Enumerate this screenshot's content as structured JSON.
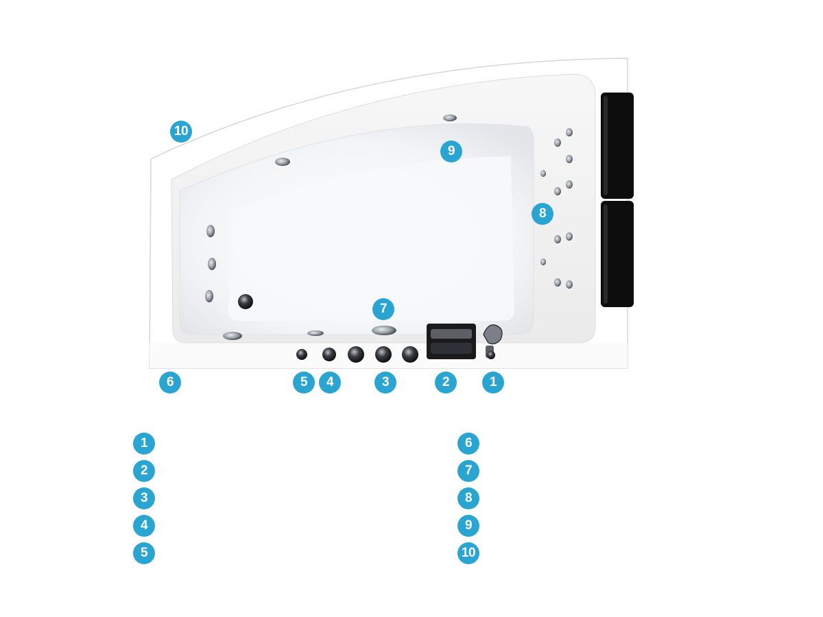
{
  "colors": {
    "badge": "#2aa5d1",
    "tub_body": "#ffffff",
    "tub_outline": "#d9d9d9",
    "basin_shade": "#eef0f2",
    "headrest": "#0d0d0d",
    "chrome": "#8a8f96"
  },
  "callouts": [
    {
      "id": "callout-1",
      "label": "1"
    },
    {
      "id": "callout-2",
      "label": "2"
    },
    {
      "id": "callout-3",
      "label": "3"
    },
    {
      "id": "callout-4",
      "label": "4"
    },
    {
      "id": "callout-5",
      "label": "5"
    },
    {
      "id": "callout-6",
      "label": "6"
    },
    {
      "id": "callout-7",
      "label": "7"
    },
    {
      "id": "callout-8",
      "label": "8"
    },
    {
      "id": "callout-9",
      "label": "9"
    },
    {
      "id": "callout-10",
      "label": "10"
    }
  ],
  "legend": {
    "left": [
      {
        "label": "1",
        "text": ""
      },
      {
        "label": "2",
        "text": ""
      },
      {
        "label": "3",
        "text": ""
      },
      {
        "label": "4",
        "text": ""
      },
      {
        "label": "5",
        "text": ""
      }
    ],
    "right": [
      {
        "label": "6",
        "text": ""
      },
      {
        "label": "7",
        "text": ""
      },
      {
        "label": "8",
        "text": ""
      },
      {
        "label": "9",
        "text": ""
      },
      {
        "label": "10",
        "text": ""
      }
    ]
  }
}
